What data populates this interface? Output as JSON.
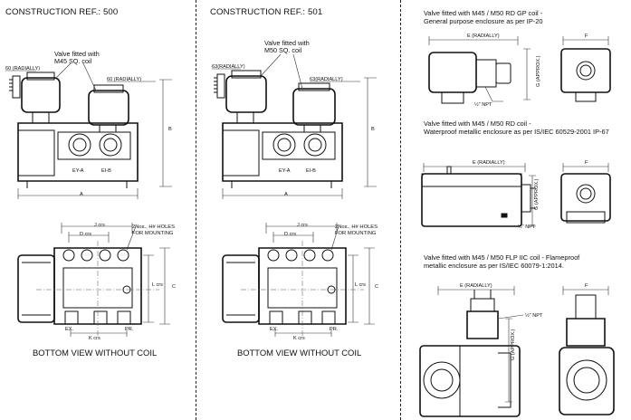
{
  "sections": [
    {
      "heading": "CONSTRUCTION REF.: 500",
      "valve_note": [
        "Valve fitted with",
        "M45 SQ. coil"
      ],
      "dims": {
        "left_coil": "60 (RADIALLY)",
        "right_coil": "60 (RADIALLY)",
        "A": "A",
        "B": "B",
        "J": "J crs",
        "D": "D crs",
        "K": "K crs",
        "L": "L crs",
        "C": "C",
        "EX": "EX.",
        "PR": "PR."
      },
      "holes_note": [
        "2Nos., H# HOLES",
        "FOR MOUNTING"
      ],
      "ports": {
        "left": "EY-A",
        "right": "EI-B"
      },
      "bottom_caption": "BOTTOM VIEW WITHOUT COIL"
    },
    {
      "heading": "CONSTRUCTION REF.: 501",
      "valve_note": [
        "Valve fitted with",
        "M50 SQ. coil"
      ],
      "dims": {
        "left_coil": "63(RADIALLY)",
        "right_coil": "63(RADIALLY)",
        "A": "A",
        "B": "B",
        "J": "J crs",
        "D": "D crs",
        "K": "K crs",
        "L": "L crs",
        "C": "C",
        "EX": "EX.",
        "PR": "PR."
      },
      "holes_note": [
        "2Nos., H# HOLES",
        "FOR MOUNTING"
      ],
      "ports": {
        "left": "EY-A",
        "right": "EI-B"
      },
      "bottom_caption": "BOTTOM VIEW WITHOUT COIL"
    }
  ],
  "coils": [
    {
      "title": [
        "Valve fitted with M45 / M50 RD GP coil -",
        "General purpose  enclosure as per IP-20"
      ],
      "E": "E (RADIALLY)",
      "F": "F",
      "G": "G (APPROX.)",
      "npt": "½\" NPT"
    },
    {
      "title": [
        "Valve  fitted with M45 / M50 RD coil -",
        "Waterproof metallic enclosure as per IS/IEC 60529-2001 IP-67"
      ],
      "E": "E (RADIALLY)",
      "F": "F",
      "G": "G (APPROX.)",
      "npt": "½\" NPT"
    },
    {
      "title": [
        "Valve fitted with M45 / M50 FLP IIC  coil - Flameproof",
        "metallic enclosure as per IS/IEC 60079-1:2014."
      ],
      "E": "E (RADIALLY)",
      "F": "F",
      "G": "G (APPROX.)",
      "npt": "½\" NPT"
    }
  ]
}
